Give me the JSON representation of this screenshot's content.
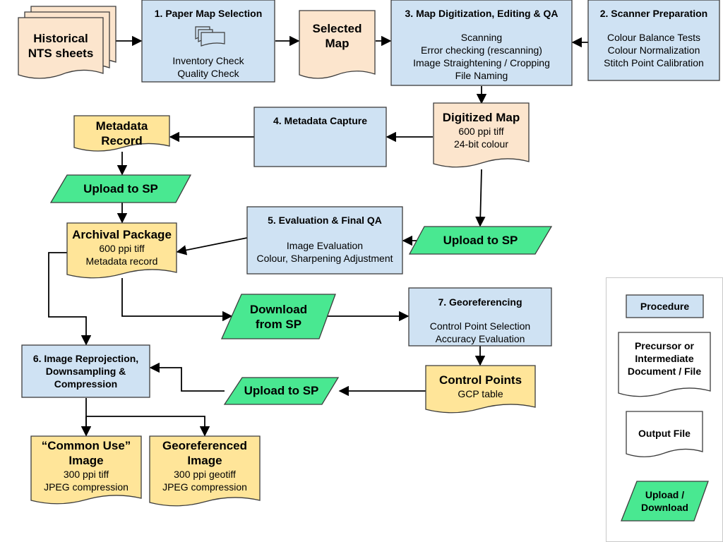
{
  "colors": {
    "procedure": "#cfe2f3",
    "document_tan": "#fce5cd",
    "document_yellow": "#ffe599",
    "upload": "#49e891",
    "border": "#3c3c3c"
  },
  "nodes": {
    "historical": {
      "lines": [
        "Historical",
        "NTS sheets"
      ]
    },
    "paper_map": {
      "title": "1. Paper Map Selection",
      "lines": [
        "Inventory Check",
        "Quality Check"
      ],
      "icon": "documents-icon"
    },
    "selected_map": {
      "lines": [
        "Selected",
        "Map"
      ]
    },
    "digitization": {
      "title": "3. Map Digitization, Editing  & QA",
      "lines": [
        "Scanning",
        "Error checking (rescanning)",
        "Image Straightening / Cropping",
        "File Naming"
      ]
    },
    "scanner_prep": {
      "title": "2. Scanner Preparation",
      "lines": [
        "Colour Balance Tests",
        "Colour Normalization",
        "Stitch Point Calibration"
      ]
    },
    "metadata_record": {
      "lines": [
        "Metadata",
        "Record"
      ]
    },
    "metadata_capture": {
      "title": "4. Metadata Capture"
    },
    "digitized_map": {
      "title": "Digitized Map",
      "lines": [
        "600 ppi tiff",
        "24-bit colour"
      ]
    },
    "upload_1": {
      "label": "Upload to SP"
    },
    "archival_package": {
      "title": "Archival Package",
      "lines": [
        "600 ppi tiff",
        "Metadata record"
      ]
    },
    "evaluation": {
      "title": "5. Evaluation & Final QA",
      "lines": [
        "Image Evaluation",
        "Colour, Sharpening Adjustment"
      ]
    },
    "upload_2": {
      "label": "Upload to SP"
    },
    "download": {
      "lines": [
        "Download",
        "from SP"
      ]
    },
    "georeferencing": {
      "title": "7. Georeferencing",
      "lines": [
        "Control Point Selection",
        "Accuracy Evaluation"
      ]
    },
    "reprojection": {
      "lines": [
        "6. Image Reprojection,",
        "Downsampling  &",
        "Compression"
      ]
    },
    "upload_3": {
      "label": "Upload to SP"
    },
    "control_points": {
      "title": "Control Points",
      "lines": [
        "GCP table"
      ]
    },
    "common_use": {
      "lines": [
        "“Common Use”",
        "Image",
        "300 ppi tiff",
        "JPEG compression"
      ]
    },
    "georef_image": {
      "lines": [
        "Georeferenced",
        "Image",
        "300 ppi geotiff",
        "JPEG compression"
      ]
    }
  },
  "legend": {
    "procedure": "Procedure",
    "intermediate": [
      "Precursor or",
      "Intermediate",
      "Document / File"
    ],
    "output": "Output File",
    "upload": [
      "Upload /",
      "Download"
    ]
  }
}
